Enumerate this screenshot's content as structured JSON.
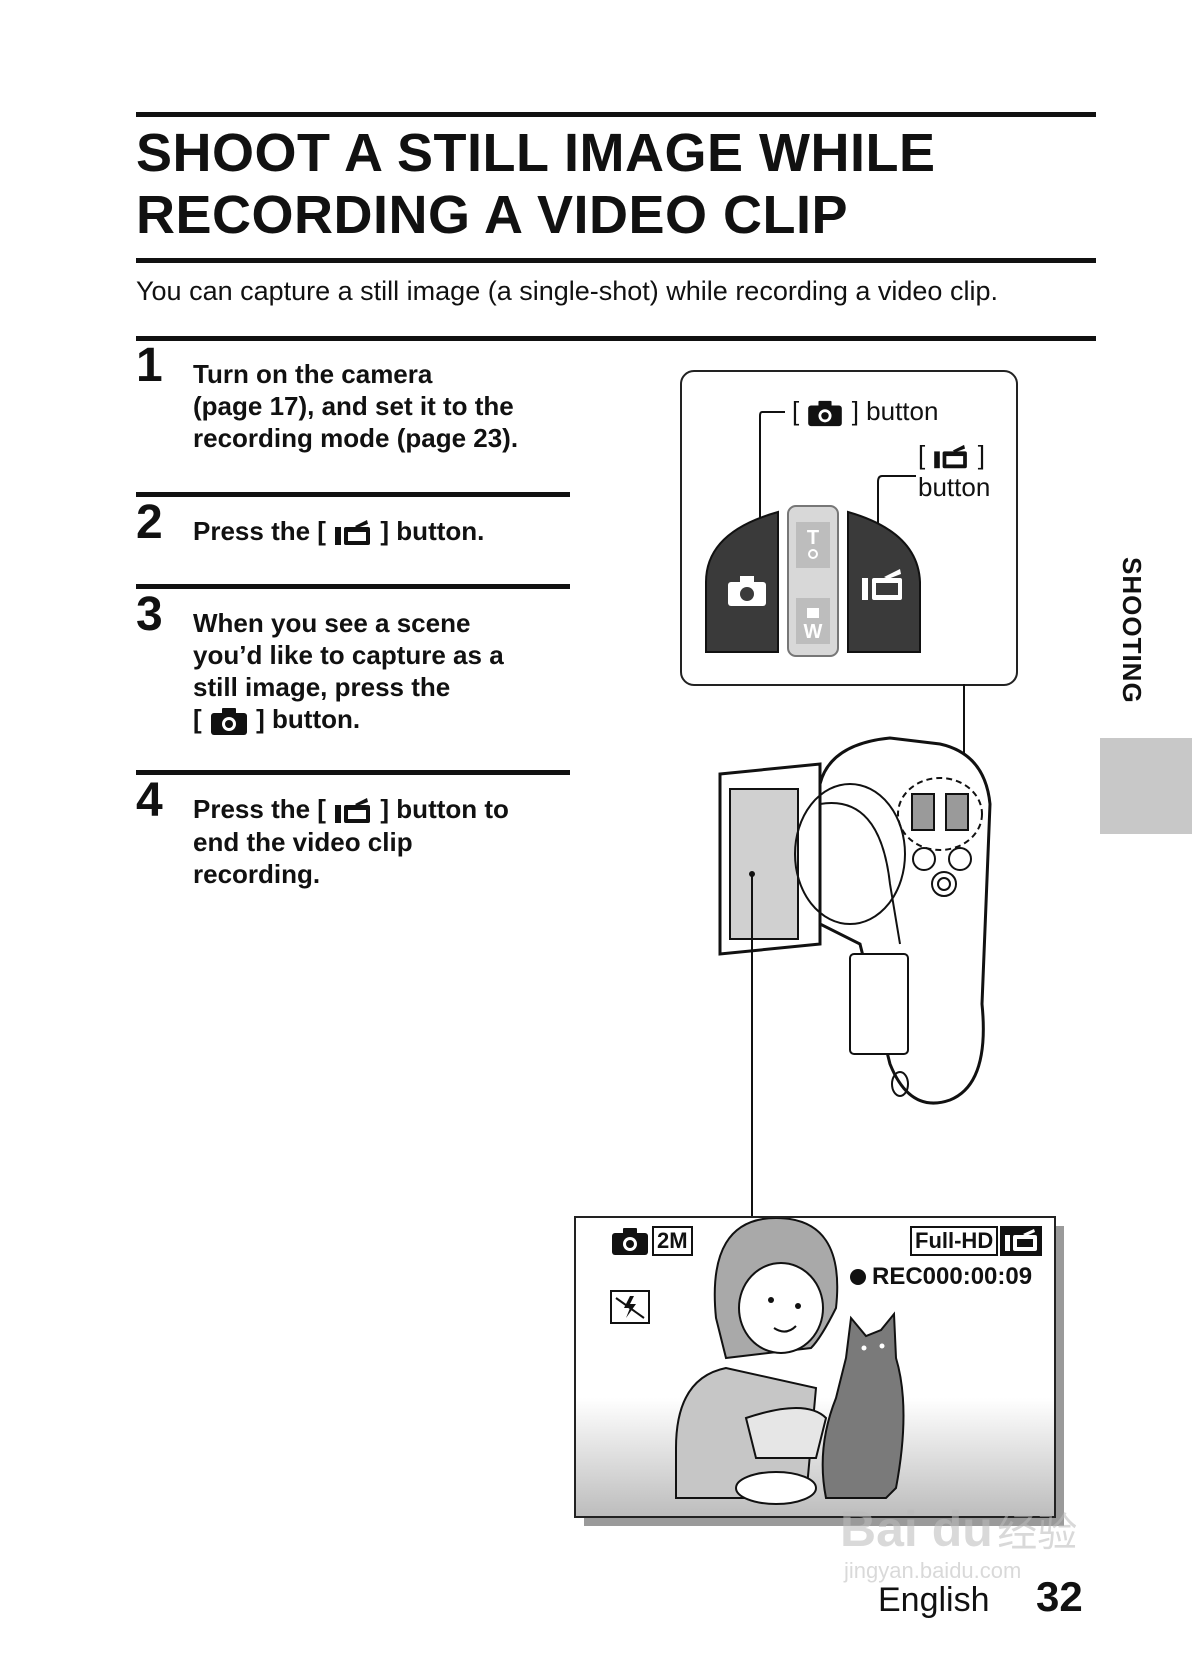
{
  "header": {
    "title_line1": "SHOOT A STILL IMAGE WHILE",
    "title_line2": "RECORDING A VIDEO CLIP"
  },
  "intro": "You can capture a still image (a single-shot) while recording a video clip.",
  "steps": [
    {
      "number": "1",
      "lines": [
        "Turn on the camera",
        "(page 17), and set it to the",
        "recording mode (page 23)."
      ]
    },
    {
      "number": "2",
      "before_icon": "Press the [",
      "icon": "video-camera-icon",
      "after_icon": "] button."
    },
    {
      "number": "3",
      "lines": [
        "When you see a scene",
        "you’d like to capture as a",
        "still image, press the"
      ],
      "before_icon": "[",
      "icon": "camera-icon",
      "after_icon": "] button."
    },
    {
      "number": "4",
      "before_icon": "Press the [",
      "icon": "video-camera-icon",
      "after_icon": "] button to",
      "lines": [
        "end the video clip",
        "recording."
      ]
    }
  ],
  "callout": {
    "photo_button_open": "[",
    "photo_button_close": "] button",
    "video_button_open": "[",
    "video_button_close": "]",
    "video_button_word": "button",
    "zoom_t": "T",
    "zoom_w": "W"
  },
  "screen": {
    "image_size": "2M",
    "video_quality": "Full-HD",
    "rec_status": "REC000:00:09"
  },
  "side_tab": "SHOOTING",
  "footer": {
    "language": "English",
    "page_number": "32"
  },
  "watermark": {
    "brand": "Bai du",
    "sub": "经验",
    "url": "jingyan.baidu.com"
  },
  "colors": {
    "text": "#111111",
    "tab_gray": "#c8c8c8",
    "button_dark": "#3a3a3a"
  }
}
